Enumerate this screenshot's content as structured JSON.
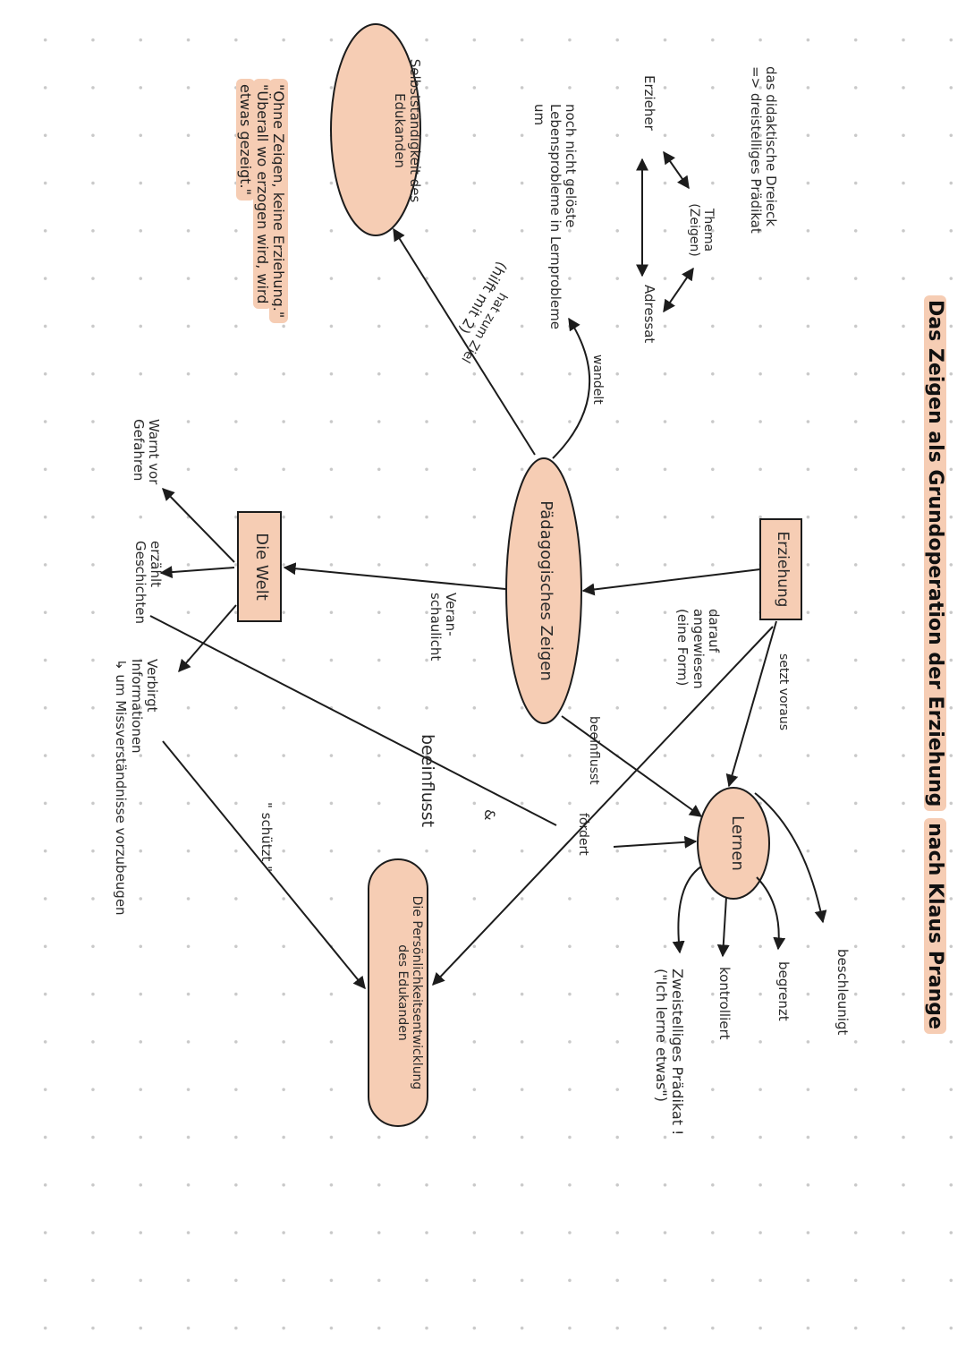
{
  "title": {
    "part1": "Das Zeigen als Grundoperation der Erziehung",
    "part2": "nach Klaus Prange"
  },
  "triangle": {
    "heading_line1": "das didaktische Dreieck",
    "heading_line2": "=> dreistelliges Prädikat",
    "thema": "Thema",
    "zeigen": "(Zeigen)",
    "erzieher": "Erzieher",
    "adressat": "Adressat"
  },
  "nodes": {
    "erziehung": "Erziehung",
    "paedagogisches_zeigen": "Pädagogisches Zeigen",
    "lernen": "Lernen",
    "die_welt": "Die Welt",
    "selbststaendigkeit_line1": "Selbstständigkeit des",
    "selbststaendigkeit_line2": "Edukanden",
    "persoenlichkeit_line1": "Die Persönlichkeitsentwicklung",
    "persoenlichkeit_line2": "des Edukanden"
  },
  "edges": {
    "setzt_voraus": "setzt voraus",
    "darauf_angewiesen_line1": "darauf",
    "darauf_angewiesen_line2": "angewiesen",
    "darauf_angewiesen_line3": "(eine Form)",
    "foerdert": "fördert",
    "beeinflusst_small": "beeinflusst",
    "beeinflusst_big": "beeinflusst",
    "und": "&",
    "veranschaulicht_line1": "Veran-",
    "veranschaulicht_line2": "schaulicht",
    "wandelt": "wandelt",
    "hilft_mit": "(hilft mit 2)",
    "hat_zum_ziel": "hat zum Ziel",
    "schuetzt": "\" schützt \"",
    "lebensprobleme_line1": "noch nicht gelöste",
    "lebensprobleme_line2": "Lebensprobleme in Lernprobleme",
    "lebensprobleme_line3": "um"
  },
  "lernen_branches": {
    "beschleunigt": "beschleunigt",
    "begrenzt": "begrenzt",
    "kontrolliert": "kontrolliert",
    "zweistelliges_line1": "Zweistelliges Prädikat !",
    "zweistelliges_line2": "(\"Ich lerne etwas\")"
  },
  "welt_branches": {
    "warnt_line1": "Warnt vor",
    "warnt_line2": "Gefahren",
    "erzaehlt_line1": "erzählt",
    "erzaehlt_line2": "Geschichten",
    "verbirgt_line1": "Verbirgt",
    "verbirgt_line2": "Informationen",
    "verbirgt_line3": "↳ um Missverständnisse vorzubeugen"
  },
  "quotes": {
    "line1": "\"Ohne Zeigen, keine Erziehung.\"",
    "line2": "\"Überall wo erzogen wird, wird",
    "line3": "etwas gezeigt.\""
  },
  "colors": {
    "fill": "#f6cdb4",
    "stroke": "#1c1c1c"
  }
}
